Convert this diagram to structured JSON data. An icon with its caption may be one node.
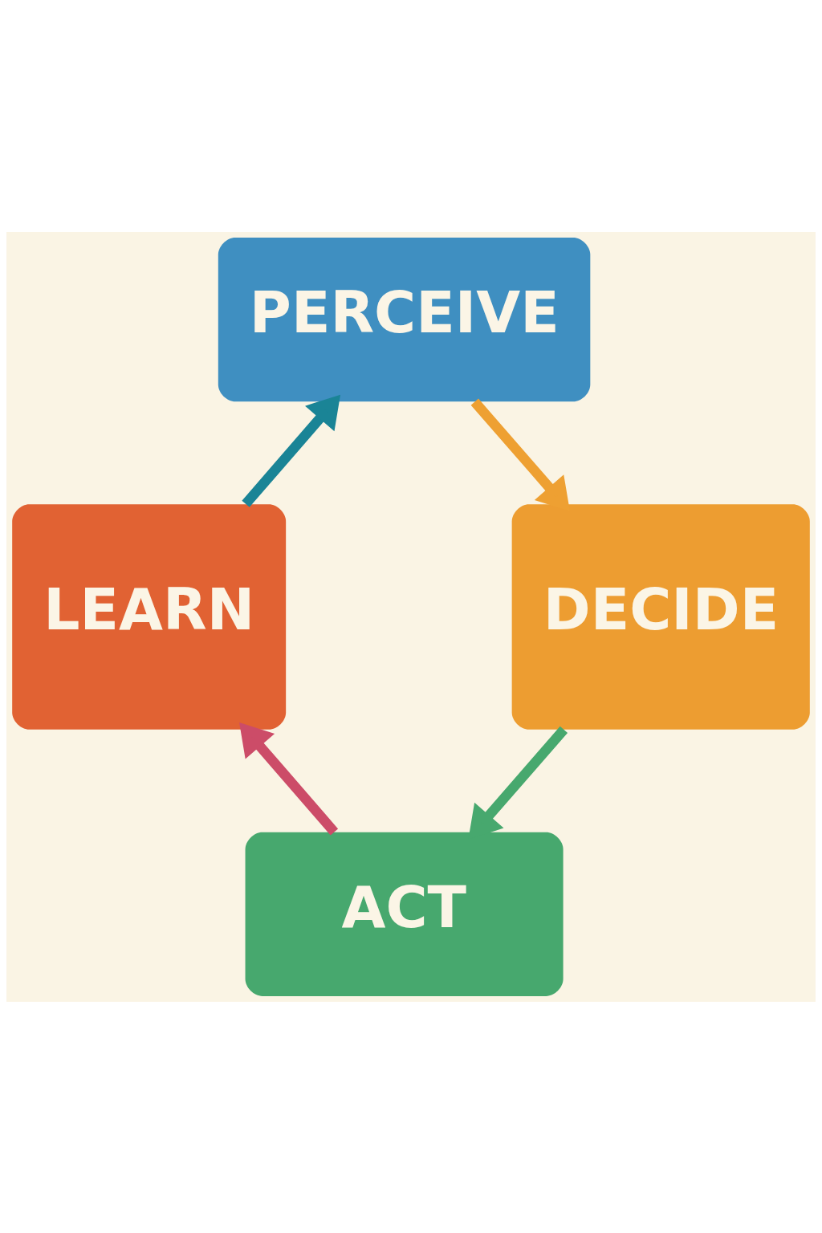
{
  "diagram": {
    "nodes": [
      {
        "text": [
          "PERCEIVE"
        ]
      },
      {
        "text": [
          "DECIDE"
        ]
      },
      {
        "text": [
          "ACT"
        ]
      },
      {
        "text": [
          "LEARN"
        ]
      }
    ],
    "edges": [
      {
        "from": 0,
        "to": 1,
        "arrow": "to",
        "color": "#eea032"
      },
      {
        "from": 1,
        "to": 2,
        "arrow": "to",
        "color": "#47a86e"
      },
      {
        "from": 2,
        "to": 3,
        "arrow": "to",
        "color": "#cc4c68"
      },
      {
        "from": 3,
        "to": 0,
        "arrow": "to",
        "color": "#1a8496"
      }
    ]
  }
}
